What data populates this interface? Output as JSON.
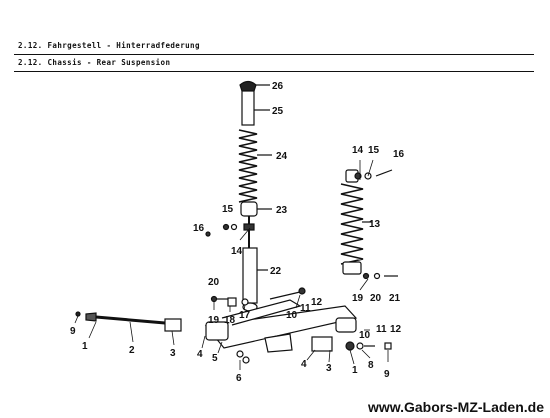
{
  "header": {
    "title_de": "2.12. Fahrgestell - Hinterradfederung",
    "title_en": "2.12. Chassis - Rear Suspension"
  },
  "parts": {
    "p1": "1",
    "p1b": "1",
    "p2": "2",
    "p3": "3",
    "p3b": "3",
    "p4": "4",
    "p4b": "4",
    "p5": "5",
    "p6": "6",
    "p8": "8",
    "p9": "9",
    "p9b": "9",
    "p10": "10",
    "p10b": "10",
    "p11": "11",
    "p11b": "11",
    "p12": "12",
    "p12b": "12",
    "p13": "13",
    "p14": "14",
    "p14b": "14",
    "p15": "15",
    "p15b": "15",
    "p16": "16",
    "p16b": "16",
    "p17": "17",
    "p18": "18",
    "p19": "19",
    "p19b": "19",
    "p20": "20",
    "p20b": "20",
    "p21": "21",
    "p22": "22",
    "p23": "23",
    "p24": "24",
    "p25": "25",
    "p26": "26"
  },
  "footer": {
    "url": "www.Gabors-MZ-Laden.de"
  }
}
